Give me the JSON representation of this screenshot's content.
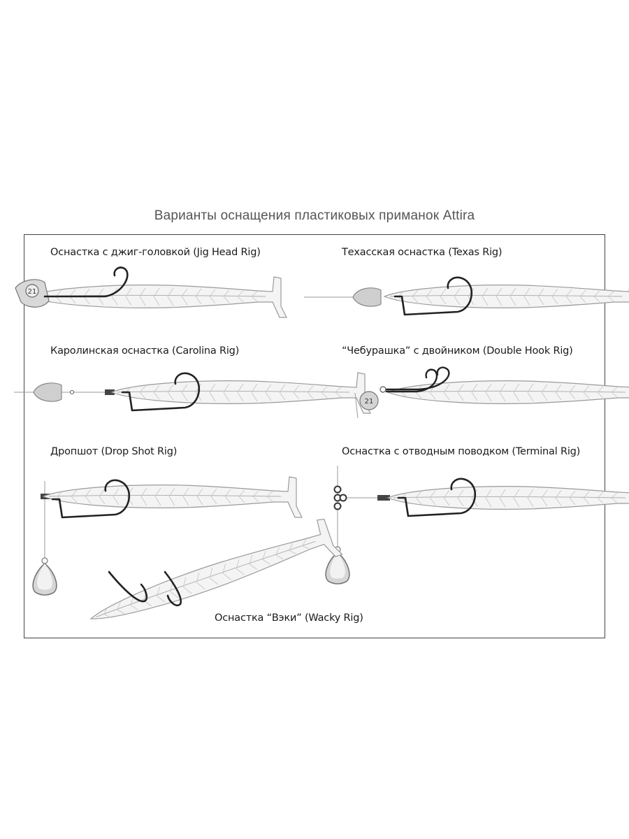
{
  "title": "Варианты оснащения пластиковых приманок Attira",
  "rigs": [
    {
      "id": "jig-head",
      "label": "Оснастка с джиг-головкой (Jig Head Rig)"
    },
    {
      "id": "texas",
      "label": "Техасская оснастка (Texas Rig)"
    },
    {
      "id": "carolina",
      "label": "Каролинская оснастка (Carolina Rig)"
    },
    {
      "id": "double-hook",
      "label": "“Чебурашка” с двойником (Double Hook Rig)"
    },
    {
      "id": "drop-shot",
      "label": "Дропшот (Drop Shot Rig)"
    },
    {
      "id": "terminal",
      "label": "Оснастка с отводным поводком (Terminal Rig)"
    },
    {
      "id": "wacky",
      "label": "Оснастка “Вэки” (Wacky Rig)"
    }
  ],
  "weight_marking": "21"
}
